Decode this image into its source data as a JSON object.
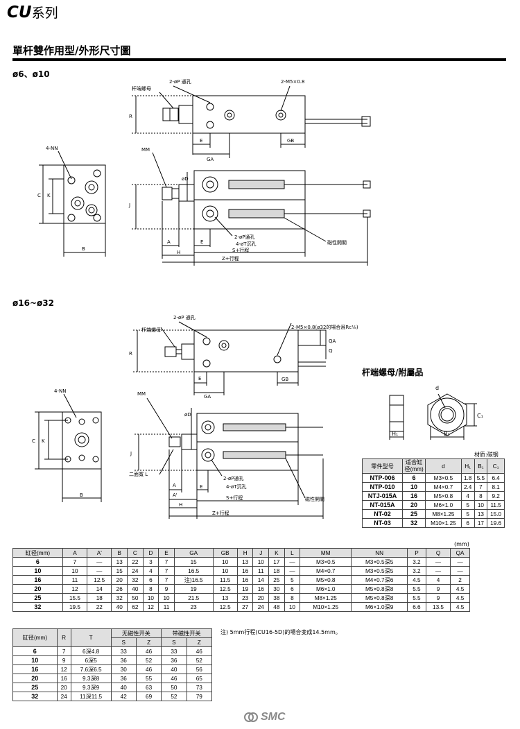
{
  "header": {
    "series_title_latin": "CU",
    "series_title_cjk": "系列",
    "section_title": "單杆雙作用型/外形尺寸圖"
  },
  "drawing_small": {
    "label": "ø6、ø10",
    "callouts": {
      "port_through": "2-øP 通孔",
      "rod_nut": "杆端螺母",
      "m5_port": "2-M5×0.8",
      "four_nn": "4-NN",
      "mm": "MM",
      "through_hole": "2-øP通孔",
      "counterbore": "4-øT沉孔",
      "s_stroke": "S+行程",
      "z_stroke": "Z+行程",
      "reed_switch": "磁性開關"
    },
    "dims": {
      "r": "R",
      "e": "E",
      "ga": "GA",
      "gb": "GB",
      "c": "C",
      "k": "K",
      "b": "B",
      "j": "J",
      "d": "øD",
      "a": "A",
      "h": "H"
    }
  },
  "drawing_large": {
    "label": "ø16~ø32",
    "callouts": {
      "port_through": "2-øP 通孔",
      "rod_nut": "杆端螺母",
      "m5_port": "2-M5×0.8(ø32的場合爲Rc⅛)",
      "four_nn": "4-NN",
      "mm": "MM",
      "two_flats": "二面寬 L",
      "through_hole": "2-øP通孔",
      "counterbore": "4-øT沉孔",
      "s_stroke": "S+行程",
      "z_stroke": "Z+行程",
      "reed_switch": "磁性開關"
    },
    "dims": {
      "r": "R",
      "e": "E",
      "ga": "GA",
      "gb": "GB",
      "qa": "QA",
      "q": "Q",
      "c": "C",
      "k": "K",
      "b": "B",
      "j": "J",
      "d": "øD",
      "a": "A",
      "a2": "A'",
      "h": "H"
    }
  },
  "accessory": {
    "title": "杆端螺母/附屬品",
    "material": "材质:碳钢",
    "labels": {
      "d": "d",
      "h1": "H₁",
      "b1": "B₁",
      "c1": "C₁"
    },
    "headers": [
      "零件型号",
      "适合缸径(mm)",
      "d",
      "H₁",
      "B₁",
      "C₁"
    ],
    "rows": [
      [
        "NTP-006",
        "6",
        "M3×0.5",
        "1.8",
        "5.5",
        "6.4"
      ],
      [
        "NTP-010",
        "10",
        "M4×0.7",
        "2.4",
        "7",
        "8.1"
      ],
      [
        "NTJ-015A",
        "16",
        "M5×0.8",
        "4",
        "8",
        "9.2"
      ],
      [
        "NT-015A",
        "20",
        "M6×1.0",
        "5",
        "10",
        "11.5"
      ],
      [
        "NT-02",
        "25",
        "M8×1.25",
        "5",
        "13",
        "15.0"
      ],
      [
        "NT-03",
        "32",
        "M10×1.25",
        "6",
        "17",
        "19.6"
      ]
    ]
  },
  "main_table": {
    "unit": "(mm)",
    "headers": [
      "缸径(mm)",
      "A",
      "A'",
      "B",
      "C",
      "D",
      "E",
      "GA",
      "GB",
      "H",
      "J",
      "K",
      "L",
      "MM",
      "NN",
      "P",
      "Q",
      "QA"
    ],
    "rows": [
      [
        "6",
        "7",
        "—",
        "13",
        "22",
        "3",
        "7",
        "15",
        "10",
        "13",
        "10",
        "17",
        "—",
        "M3×0.5",
        "M3×0.5深5",
        "3.2",
        "—",
        "—"
      ],
      [
        "10",
        "10",
        "—",
        "15",
        "24",
        "4",
        "7",
        "16.5",
        "10",
        "16",
        "11",
        "18",
        "—",
        "M4×0.7",
        "M3×0.5深5",
        "3.2",
        "—",
        "—"
      ],
      [
        "16",
        "11",
        "12.5",
        "20",
        "32",
        "6",
        "7",
        "注)16.5",
        "11.5",
        "16",
        "14",
        "25",
        "5",
        "M5×0.8",
        "M4×0.7深6",
        "4.5",
        "4",
        "2"
      ],
      [
        "20",
        "12",
        "14",
        "26",
        "40",
        "8",
        "9",
        "19",
        "12.5",
        "19",
        "16",
        "30",
        "6",
        "M6×1.0",
        "M5×0.8深8",
        "5.5",
        "9",
        "4.5"
      ],
      [
        "25",
        "15.5",
        "18",
        "32",
        "50",
        "10",
        "10",
        "21.5",
        "13",
        "23",
        "20",
        "38",
        "8",
        "M8×1.25",
        "M5×0.8深8",
        "5.5",
        "9",
        "4.5"
      ],
      [
        "32",
        "19.5",
        "22",
        "40",
        "62",
        "12",
        "11",
        "23",
        "12.5",
        "27",
        "24",
        "48",
        "10",
        "M10×1.25",
        "M6×1.0深9",
        "6.6",
        "13.5",
        "4.5"
      ]
    ]
  },
  "second_table": {
    "headers": [
      "缸径(mm)",
      "R",
      "T",
      "无磁性开关",
      "带磁性开关"
    ],
    "sub_headers": [
      "S",
      "Z",
      "S",
      "Z"
    ],
    "rows": [
      [
        "6",
        "7",
        "6深4.8",
        "33",
        "46",
        "33",
        "46"
      ],
      [
        "10",
        "9",
        "6深5",
        "36",
        "52",
        "36",
        "52"
      ],
      [
        "16",
        "12",
        "7.6深6.5",
        "30",
        "46",
        "40",
        "56"
      ],
      [
        "20",
        "16",
        "9.3深8",
        "36",
        "55",
        "46",
        "65"
      ],
      [
        "25",
        "20",
        "9.3深9",
        "40",
        "63",
        "50",
        "73"
      ],
      [
        "32",
        "24",
        "11深11.5",
        "42",
        "69",
        "52",
        "79"
      ]
    ]
  },
  "note": "注) 5mm行程(CU16-5D)的場合变成14.5mm。",
  "footer": {
    "logo": "SMC"
  }
}
